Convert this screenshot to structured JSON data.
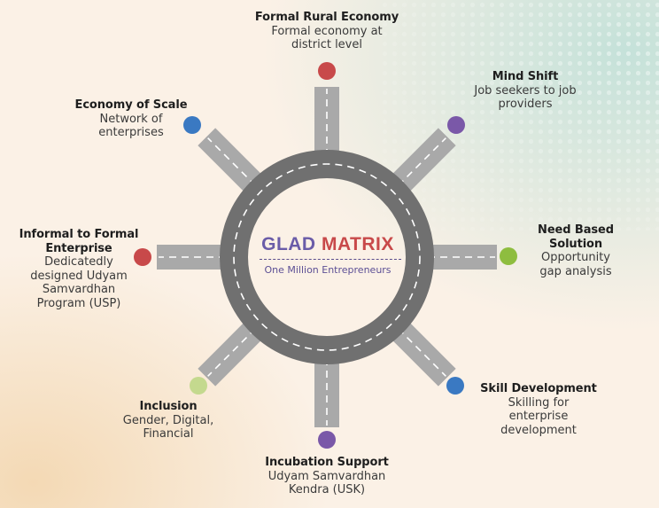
{
  "center": {
    "title_word1": "GLAD",
    "title_word2": "MATRIX",
    "subtitle": "One Million Entrepreneurs"
  },
  "colors": {
    "road": "#a9a9a9",
    "ring": "#707070",
    "lane_marking": "#ffffff",
    "red": "#c8494a",
    "blue": "#3a79c2",
    "purple": "#7a58a8",
    "green": "#8ebd3f",
    "light_green": "#c4d98e"
  },
  "nodes": {
    "formal_rural": {
      "title": "Formal Rural Economy",
      "desc_1": "Formal economy at",
      "desc_2": "district level",
      "dot": "red"
    },
    "mind_shift": {
      "title": "Mind Shift",
      "desc_1": "Job seekers to job",
      "desc_2": "providers",
      "dot": "purple"
    },
    "need_based": {
      "title_1": "Need Based",
      "title_2": "Solution",
      "desc_1": "Opportunity",
      "desc_2": "gap analysis",
      "dot": "green"
    },
    "skill_dev": {
      "title": "Skill Development",
      "desc_1": "Skilling for",
      "desc_2": "enterprise",
      "desc_3": "development",
      "dot": "blue"
    },
    "incubation": {
      "title": "Incubation Support",
      "desc_1": "Udyam Samvardhan",
      "desc_2": "Kendra (USK)",
      "dot": "purple"
    },
    "inclusion": {
      "title": "Inclusion",
      "desc_1": "Gender, Digital,",
      "desc_2": "Financial",
      "dot": "light_green"
    },
    "informal_formal": {
      "title_1": "Informal to Formal",
      "title_2": "Enterprise",
      "desc_1": "Dedicatedly",
      "desc_2": "designed Udyam",
      "desc_3": "Samvardhan",
      "desc_4": "Program (USP)",
      "dot": "red"
    },
    "economy_scale": {
      "title": "Economy of Scale",
      "desc_1": "Network of",
      "desc_2": "enterprises",
      "dot": "blue"
    }
  }
}
